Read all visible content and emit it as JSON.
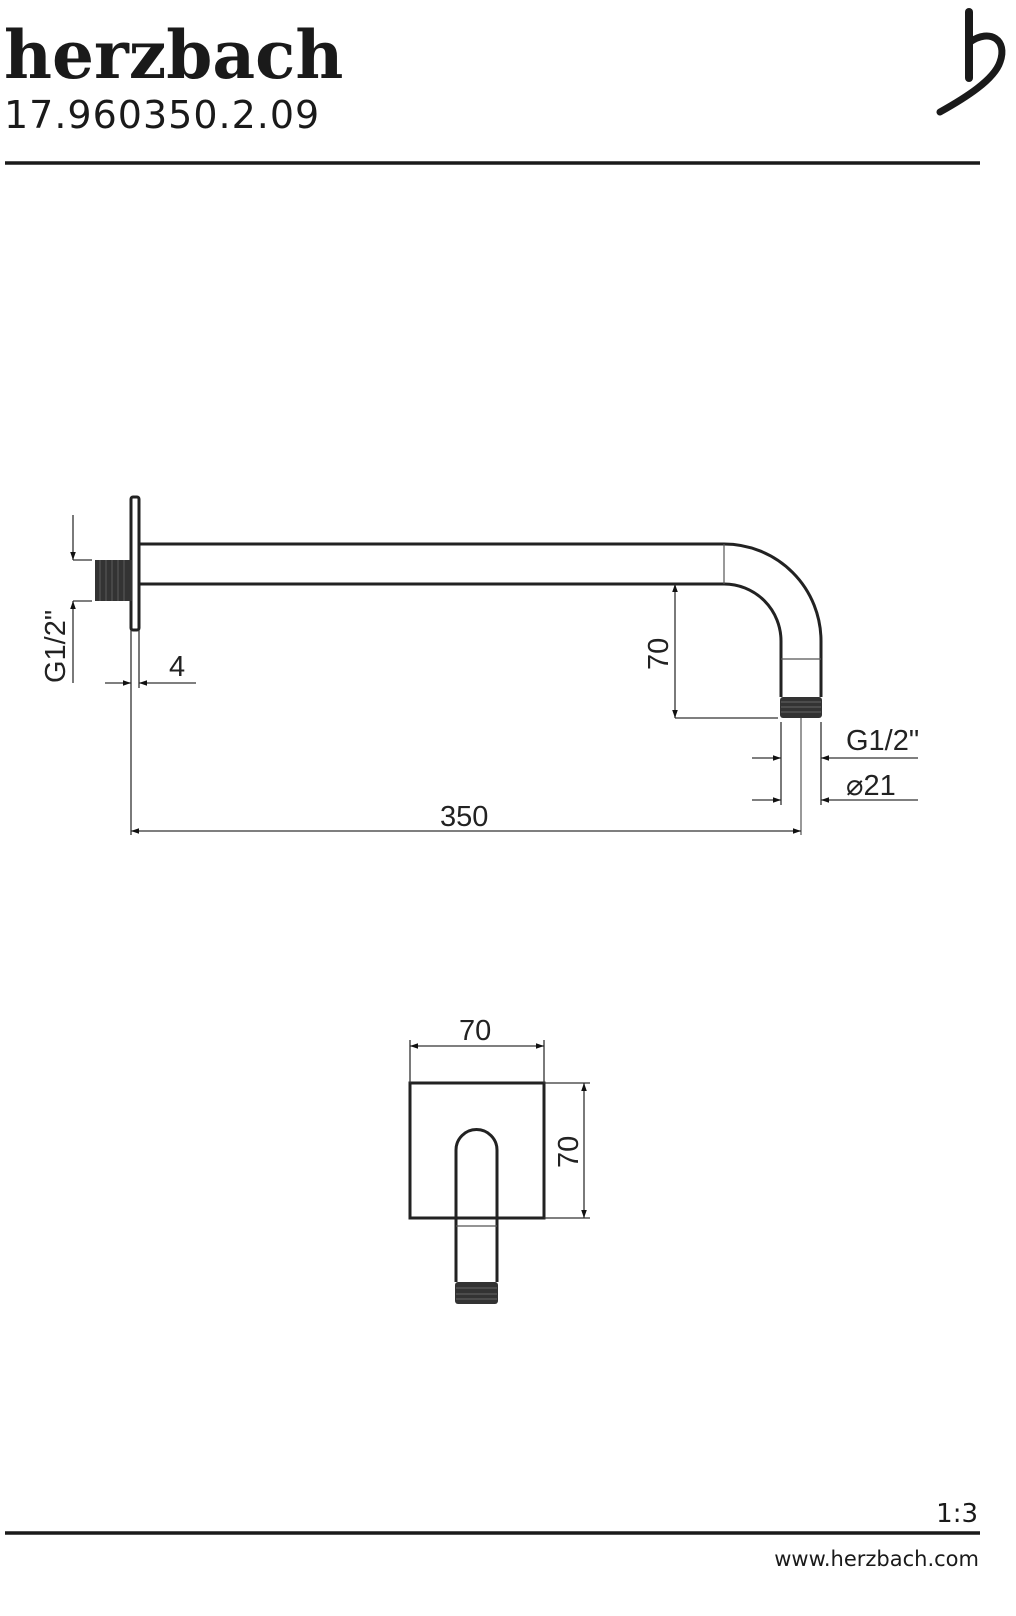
{
  "header": {
    "brand": "herzbach",
    "part_number": "17.960350.2.09"
  },
  "drawing": {
    "side_view": {
      "inlet_thread": "G1/2\"",
      "flange_thickness": "4",
      "drop_height": "70",
      "length": "350",
      "outlet_thread": "G1/2\"",
      "pipe_diameter": "⌀21"
    },
    "front_view": {
      "width": "70",
      "height": "70"
    }
  },
  "footer": {
    "scale": "1:3",
    "website": "www.herzbach.com"
  }
}
